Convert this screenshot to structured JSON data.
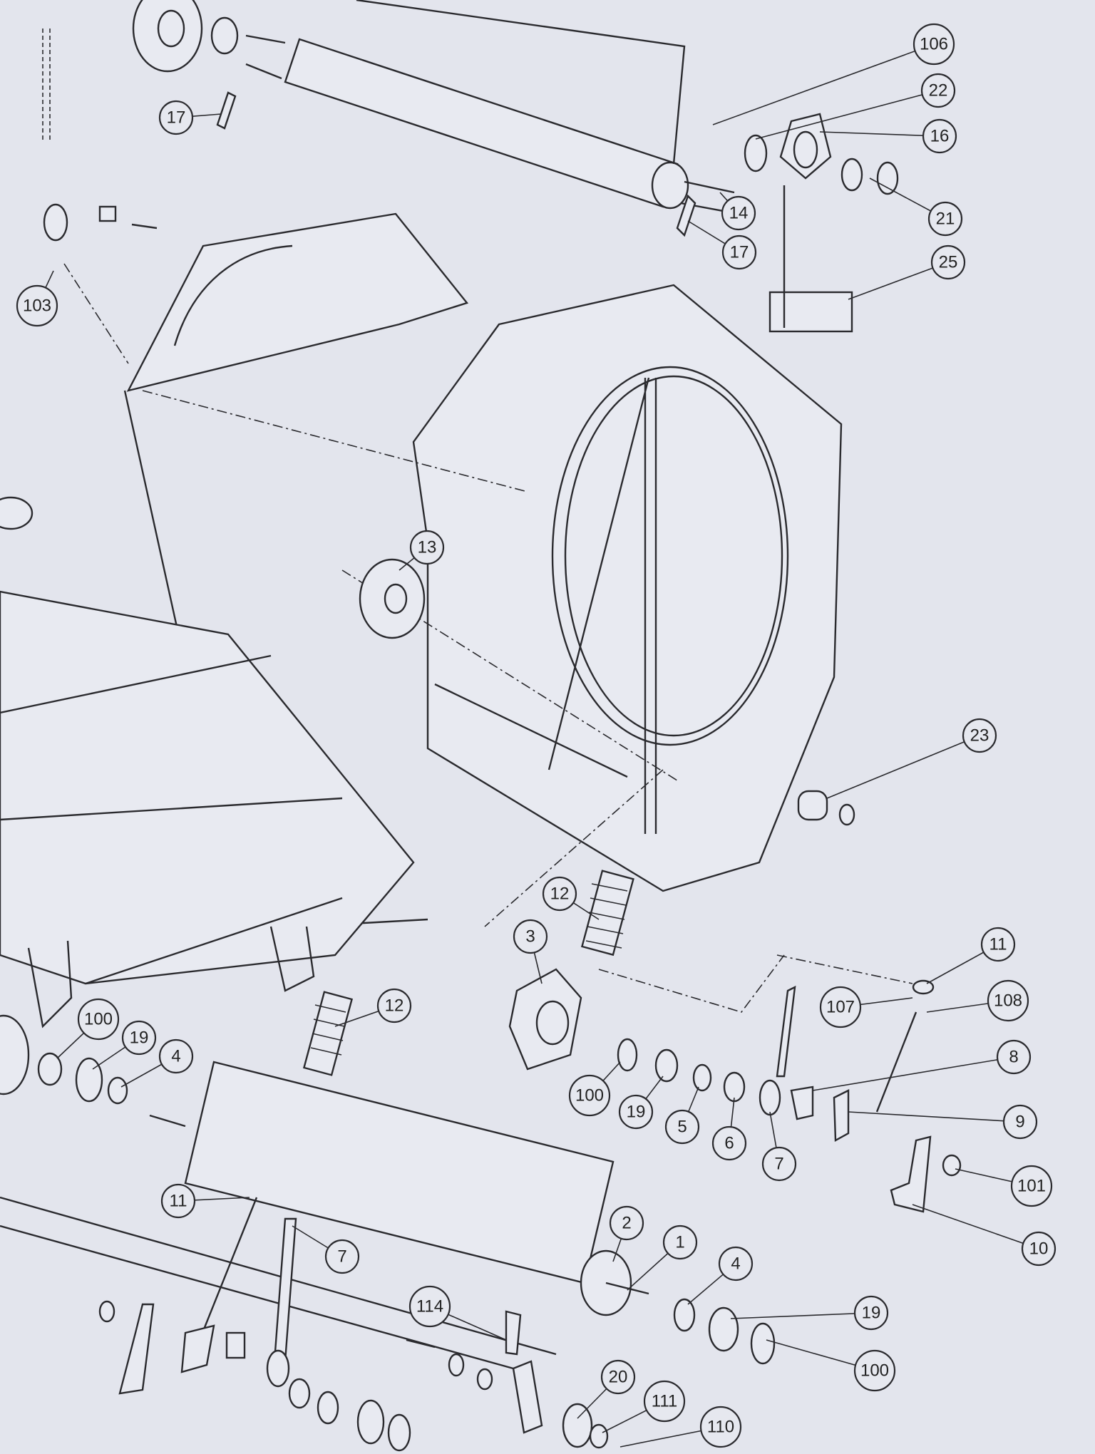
{
  "diagram": {
    "kind": "exploded parts diagram",
    "callouts": [
      "106",
      "22",
      "16",
      "21",
      "25",
      "14",
      "17",
      "17",
      "103",
      "13",
      "23",
      "12",
      "3",
      "11",
      "107",
      "108",
      "8",
      "9",
      "101",
      "10",
      "100",
      "19",
      "5",
      "6",
      "7",
      "12",
      "100",
      "19",
      "4",
      "11",
      "7",
      "2",
      "1",
      "4",
      "19",
      "100",
      "114",
      "20",
      "111",
      "110"
    ]
  },
  "colors": {
    "paper": "#e3e5ed",
    "ink": "#2a2a2e"
  }
}
